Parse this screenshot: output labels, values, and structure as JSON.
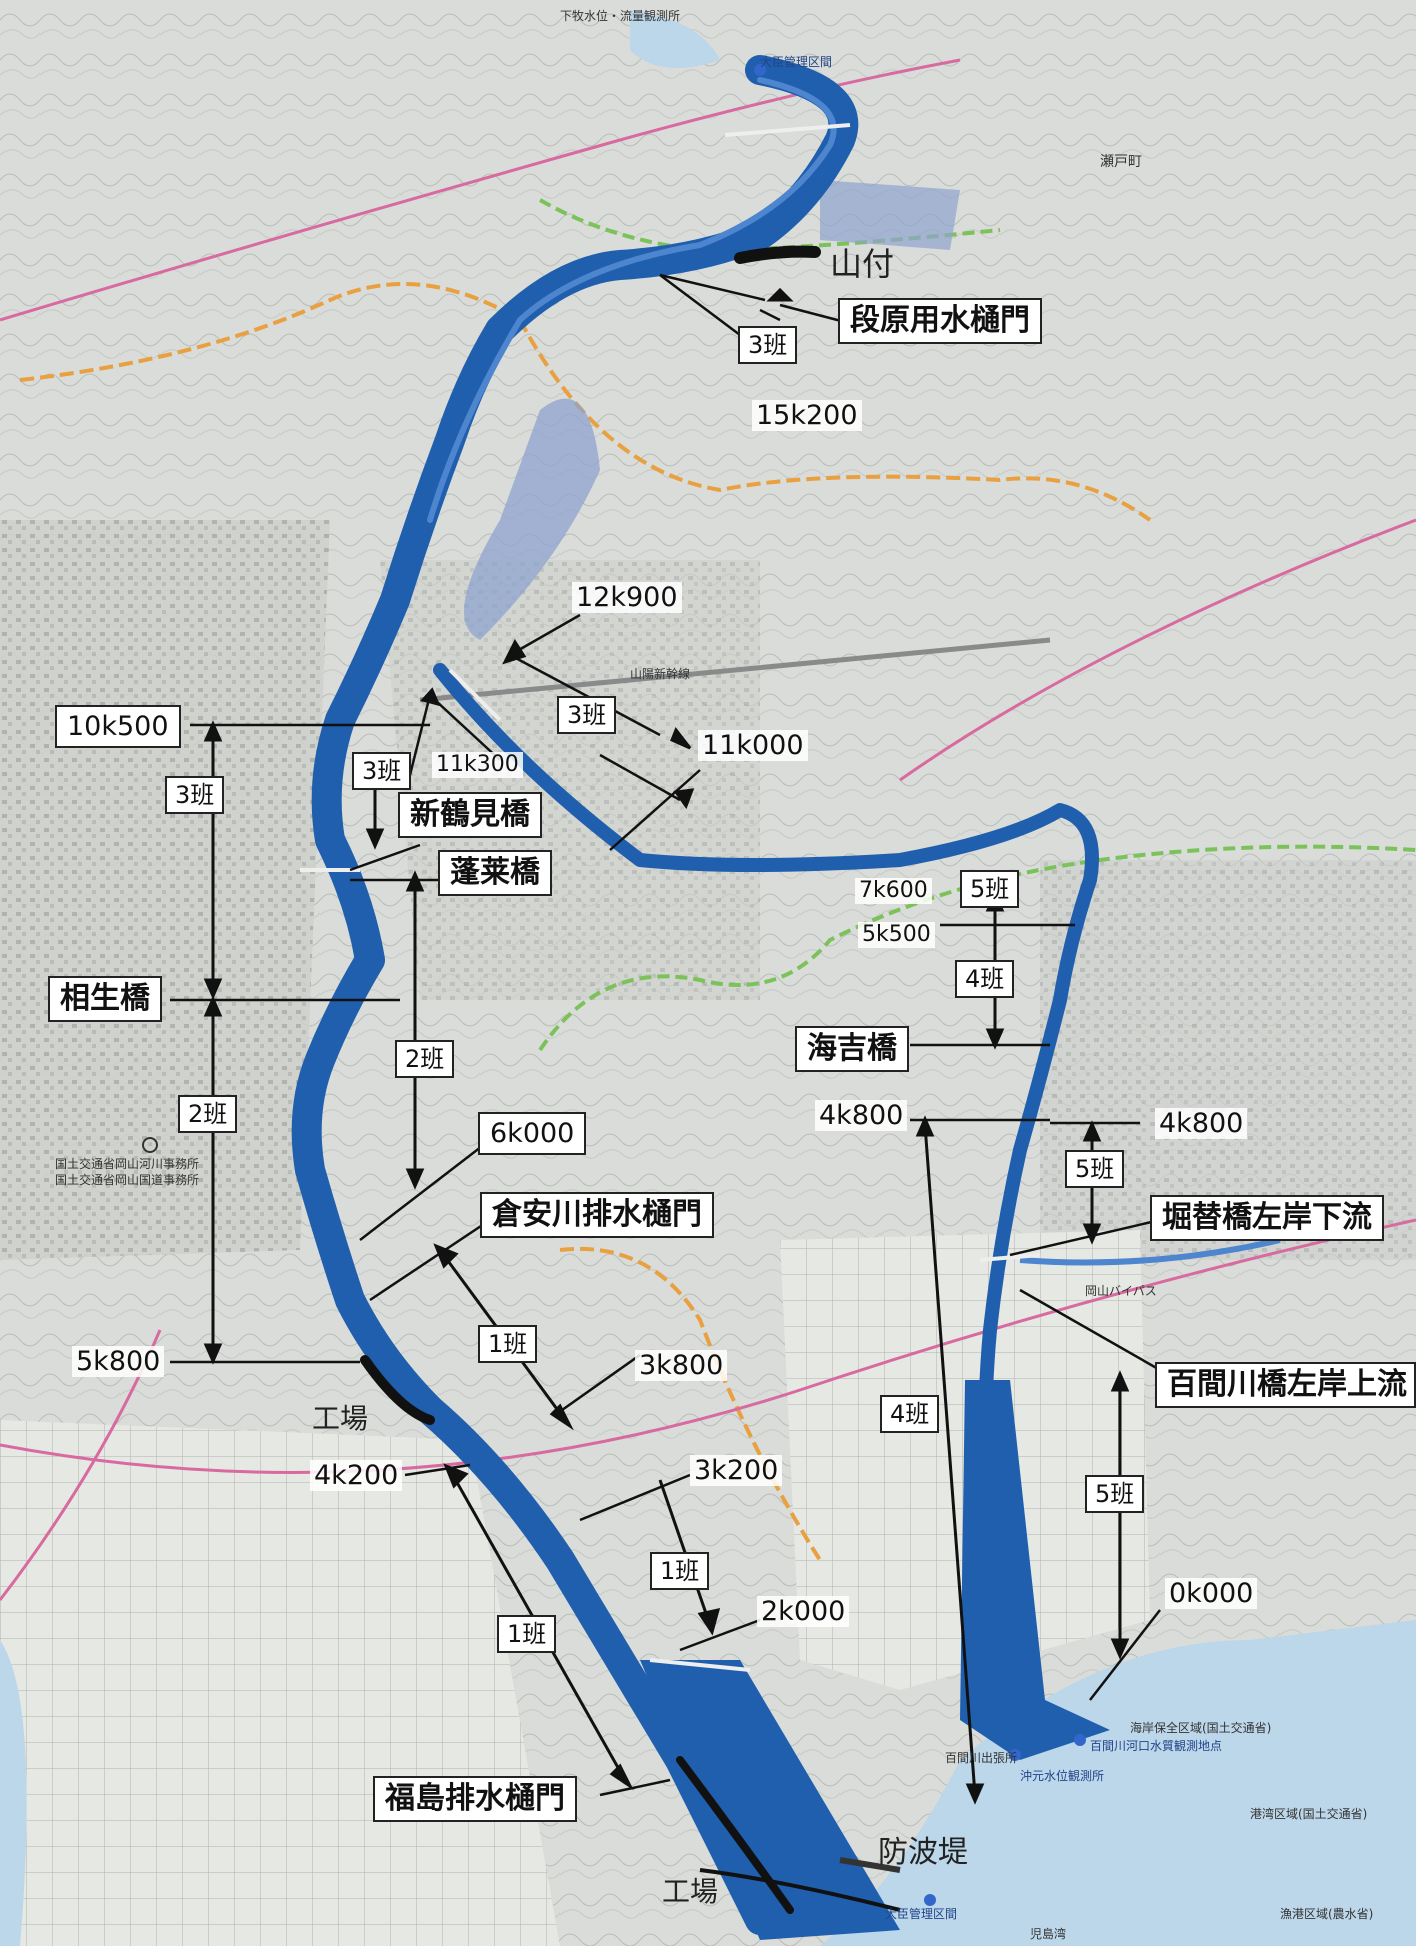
{
  "map": {
    "colors": {
      "land": "#d9dcd8",
      "urban": "#c9ccc8",
      "paddy": "#e7e9e4",
      "river": "#1f5fae",
      "river_dark": "#0e3f7f",
      "sea": "#bcd6ea",
      "floodplain": "#8fa3cf",
      "boundary_orange": "#e8a040",
      "boundary_green": "#7cc25a",
      "railway_pink": "#d86aa0",
      "leader": "#111111",
      "label_box": "#ffffff",
      "dike": "#111111"
    },
    "labels": {
      "yamamura": "山付",
      "dambara": "段原用水樋門",
      "k15200": "15k200",
      "k12900": "12k900",
      "k11300": "11k300",
      "k11000": "11k000",
      "k10500": "10k500",
      "shintsurumi": "新鶴見橋",
      "horai": "蓬莱橋",
      "k7600": "7k600",
      "k5500": "5k500",
      "aioi": "相生橋",
      "kaiyoshi": "海吉橋",
      "k4800_left": "4k800",
      "k4800_right": "4k800",
      "k6000": "6k000",
      "kurayasu": "倉安川排水樋門",
      "horikae": "堀替橋左岸下流",
      "hyakkengawa": "百間川橋左岸上流",
      "k5800": "5k800",
      "k3800": "3k800",
      "kojo_upper": "工場",
      "k4200": "4k200",
      "k3200": "3k200",
      "k2000": "2k000",
      "k0000": "0k000",
      "fukushima": "福島排水樋門",
      "bohatei": "防波堤",
      "kojo_lower": "工場"
    },
    "teams": {
      "t3_a": "3班",
      "t3_b": "3班",
      "t3_c": "3班",
      "t3_d": "3班",
      "t5_a": "5班",
      "t4_a": "4班",
      "t2_a": "2班",
      "t2_b": "2班",
      "t5_b": "5班",
      "t1_a": "1班",
      "t4_b": "4班",
      "t5_c": "5班",
      "t1_b": "1班",
      "t1_c": "1班"
    },
    "small_text": {
      "top_station": "下牧水位・流量観測所",
      "office_top": "大臣管理区間",
      "seto": "瀬戸町",
      "sanyo_rail": "山陽新幹線",
      "office_river1": "国土交通省岡山河川事務所",
      "office_river2": "国土交通省岡山国道事務所",
      "bypass": "岡山バイパス",
      "hyakken_office": "百間川出張所",
      "okimoto": "沖元水位観測所",
      "kawaguchi": "百間川河口水質観測地点",
      "coast": "海岸保全区域(国土交通省)",
      "port1": "港湾区域(国土交通省)",
      "port2": "漁港区域(農水省)",
      "office_bottom": "大臣管理区間",
      "kojima": "児島湾"
    }
  }
}
